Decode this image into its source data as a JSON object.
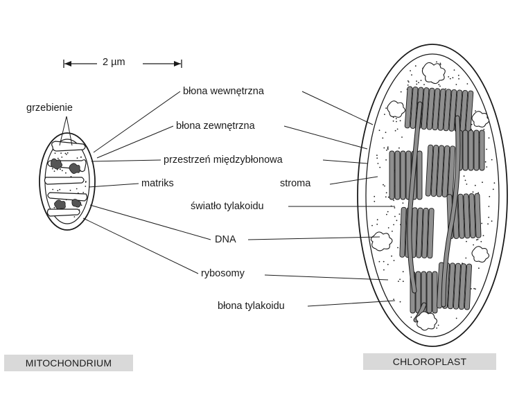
{
  "scale_bar": {
    "label": "2 µm"
  },
  "mitochondrion": {
    "caption": "MITOCHONDRIUM",
    "labels": {
      "cristae": "grzebienie",
      "matrix": "matriks"
    }
  },
  "chloroplast": {
    "caption": "CHLOROPLAST",
    "labels": {
      "stroma": "stroma",
      "thylakoid_lumen": "światło tylakoidu",
      "thylakoid_membrane": "błona tylakoidu"
    }
  },
  "shared_labels": {
    "inner_membrane": "błona wewnętrzna",
    "outer_membrane": "błona zewnętrzna",
    "intermembrane_space": "przestrzeń międzybłonowa",
    "dna": "DNA",
    "ribosomes": "rybosomy"
  }
}
